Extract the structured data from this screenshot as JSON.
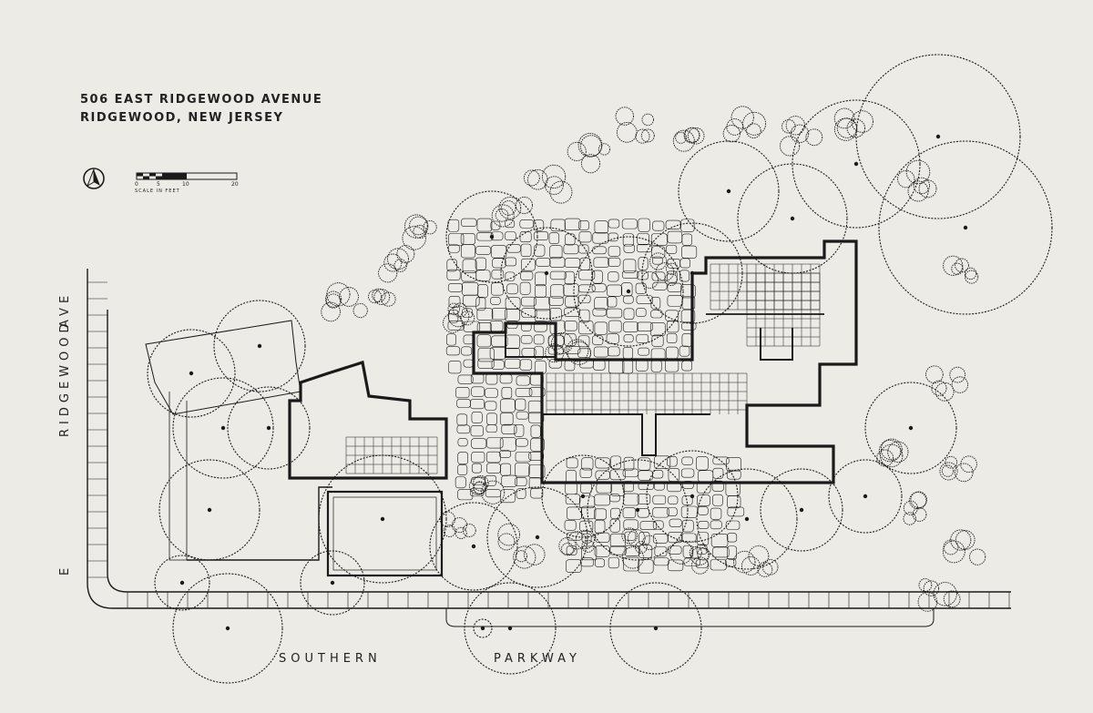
{
  "title": {
    "line1": "506 EAST RIDGEWOOD AVENUE",
    "line2": "RIDGEWOOD, NEW JERSEY"
  },
  "scale": {
    "ticks": [
      "0",
      "5",
      "10",
      "20"
    ],
    "caption": "SCALE IN FEET"
  },
  "streets": {
    "south_a": "SOUTHERN",
    "south_b": "PARKWAY",
    "west_a": "RIDGEWOOD",
    "west_b": "AVE",
    "west_c": "E"
  },
  "icons": {
    "north_arrow": "north-arrow-icon"
  },
  "colors": {
    "paper": "#ecebe6",
    "ink": "#1a1a1a"
  }
}
